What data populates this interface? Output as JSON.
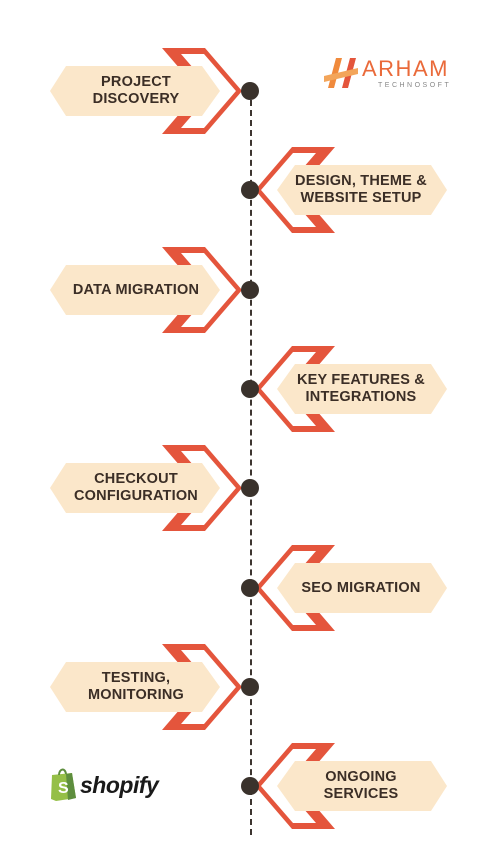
{
  "brand": {
    "name": "ARHAM",
    "tagline": "TECHNOSOFT",
    "platform": "shopify",
    "colors": {
      "accent": "#E4553C",
      "pill": "#FBE7CA",
      "text": "#3B2E26",
      "dot": "#3A322C"
    }
  },
  "steps": [
    {
      "label": "PROJECT DISCOVERY"
    },
    {
      "label": "DESIGN, THEME & WEBSITE SETUP"
    },
    {
      "label": "DATA MIGRATION"
    },
    {
      "label": "KEY FEATURES & INTEGRATIONS"
    },
    {
      "label": "CHECKOUT CONFIGURATION"
    },
    {
      "label": "SEO MIGRATION"
    },
    {
      "label": "TESTING, MONITORING"
    },
    {
      "label": "ONGOING SERVICES"
    }
  ]
}
